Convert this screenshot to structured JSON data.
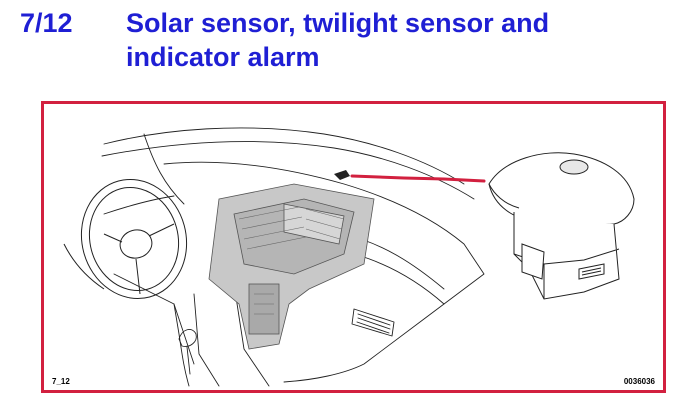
{
  "section": {
    "number": "7/12",
    "title_line1": "Solar sensor, twilight sensor and",
    "title_line2": "indicator alarm"
  },
  "figure": {
    "label_left": "7_12",
    "label_right": "0036036",
    "colors": {
      "frame": "#d2203f",
      "heading": "#1f1fd4",
      "pointer_line": "#d2203f",
      "part_fill": "#c8c8c8"
    },
    "icons": [
      "dashboard-drawing",
      "climate-unit-drawing",
      "sensor-drawing",
      "pointer-line"
    ]
  }
}
